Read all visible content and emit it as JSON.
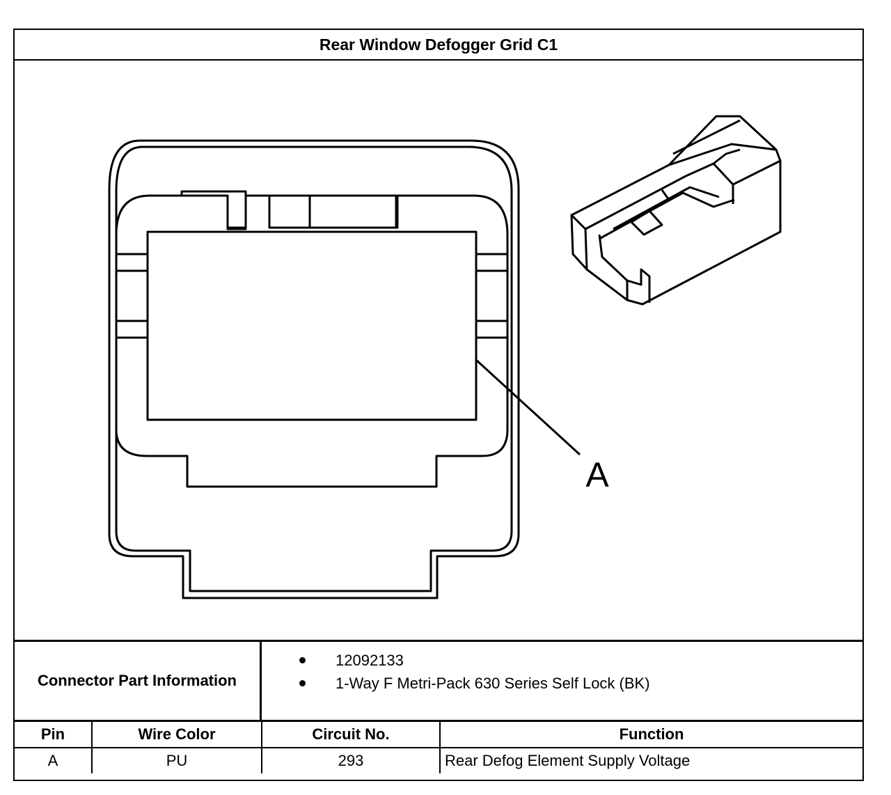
{
  "title": "Rear Window Defogger Grid C1",
  "diagram": {
    "callout_label": "A"
  },
  "connector_info": {
    "label": "Connector Part Information",
    "items": [
      "12092133",
      "1-Way F Metri-Pack 630 Series Self Lock (BK)"
    ]
  },
  "pin_table": {
    "headers": {
      "pin": "Pin",
      "wire_color": "Wire Color",
      "circuit": "Circuit No.",
      "function": "Function"
    },
    "rows": [
      {
        "pin": "A",
        "wire_color": "PU",
        "circuit": "293",
        "function": "Rear Defog Element Supply Voltage"
      }
    ]
  }
}
